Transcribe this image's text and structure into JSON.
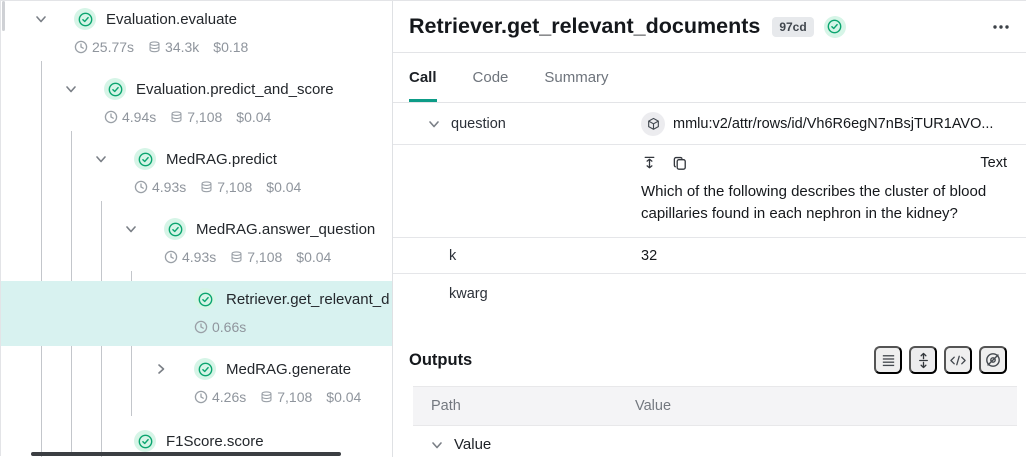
{
  "colors": {
    "accent_teal": "#0d9c87",
    "success_green": "#0ba56f",
    "success_icon_bg": "#d6f5e7",
    "selected_row_bg": "#d8f2f0",
    "badge_bg": "#e7e9ec"
  },
  "left_panel": {
    "nodes": [
      {
        "label": "Evaluation.evaluate",
        "chevron": "down",
        "time": "25.77s",
        "tokens": "34.3k",
        "cost": "$0.18",
        "selected": false
      },
      {
        "label": "Evaluation.predict_and_score",
        "chevron": "down",
        "time": "4.94s",
        "tokens": "7,108",
        "cost": "$0.04",
        "selected": false
      },
      {
        "label": "MedRAG.predict",
        "chevron": "down",
        "time": "4.93s",
        "tokens": "7,108",
        "cost": "$0.04",
        "selected": false
      },
      {
        "label": "MedRAG.answer_question",
        "chevron": "down",
        "time": "4.93s",
        "tokens": "7,108",
        "cost": "$0.04",
        "selected": false
      },
      {
        "label": "Retriever.get_relevant_d",
        "chevron": "none",
        "time": "0.66s",
        "selected": true
      },
      {
        "label": "MedRAG.generate",
        "chevron": "right",
        "time": "4.26s",
        "tokens": "7,108",
        "cost": "$0.04",
        "selected": false
      },
      {
        "label": "F1Score.score",
        "chevron": "none",
        "selected": false
      }
    ]
  },
  "detail": {
    "title": "Retriever.get_relevant_documents",
    "version_badge": "97cd",
    "tabs": [
      {
        "label": "Call",
        "active": true
      },
      {
        "label": "Code",
        "active": false
      },
      {
        "label": "Summary",
        "active": false
      }
    ],
    "inputs": {
      "rows": [
        {
          "key": "question",
          "value": "mmlu:v2/attr/rows/id/Vh6R6egN7nBsjTUR1AVO...",
          "expanded": {
            "format_label": "Text",
            "text": "Which of the following describes the cluster of blood capillaries found in each nephron in the kidney?"
          }
        },
        {
          "key": "k",
          "value": "32"
        },
        {
          "key": "kwarg",
          "value": ""
        }
      ]
    },
    "outputs": {
      "heading": "Outputs",
      "columns": [
        "Path",
        "Value"
      ],
      "rows": [
        {
          "path": "Value",
          "value": ""
        }
      ]
    }
  }
}
